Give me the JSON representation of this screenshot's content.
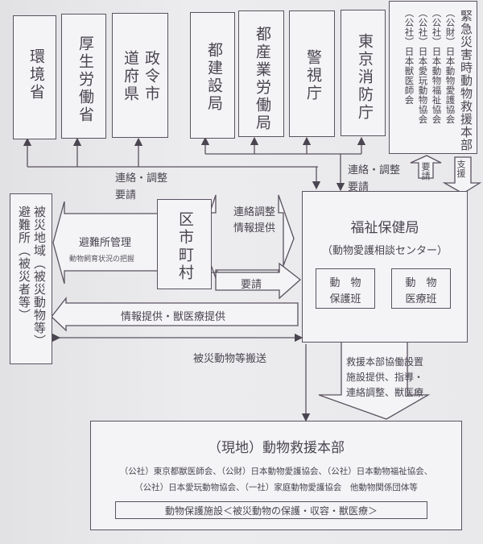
{
  "top_boxes": [
    {
      "lines": [
        "環境省"
      ]
    },
    {
      "lines": [
        "厚生労働省"
      ]
    },
    {
      "lines": [
        "政令市",
        "道府県"
      ]
    },
    {
      "lines": [
        "都建設局"
      ]
    },
    {
      "lines": [
        "都産業労働局"
      ]
    },
    {
      "lines": [
        "警視庁"
      ]
    },
    {
      "lines": [
        "東京消防庁"
      ]
    }
  ],
  "emergency_hq": {
    "title": "緊急災害時動物救援本部",
    "members": [
      "（公財）日本動物愛護協会",
      "（公社）日本動物福祉協会",
      "（公社）日本愛玩動物協会",
      "（公社）日本獣医師会"
    ]
  },
  "labels": {
    "left_liaison_line1": "連絡・調整",
    "left_liaison_line2": "要請",
    "right_liaison_line1": "連絡・調整",
    "right_liaison_line2": "要請",
    "request_up": "要請",
    "support_down": "支援",
    "coord_info_line1": "連絡調整",
    "coord_info_line2": "情報提供",
    "shelter_mgmt": "避難所管理",
    "shelter_mgmt_sub": "動物飼育状況の把握",
    "request_right": "要請",
    "info_vet": "情報提供・獣医療提供",
    "transport": "被災動物等搬送",
    "hq_support_line1": "救援本部協働設置",
    "hq_support_line2": "施設提供、指導・",
    "hq_support_line3": "連絡調整、獣医療"
  },
  "disaster_area": {
    "col1": "被災地域（被災動物等）",
    "col2": "避難所（被災者等）"
  },
  "municipality": {
    "label": "区市町村"
  },
  "welfare_bureau": {
    "title": "福祉保健局",
    "subtitle": "（動物愛護相談センター）",
    "teams": [
      {
        "line1": "動　物",
        "line2": "保護班"
      },
      {
        "line1": "動　物",
        "line2": "医療班"
      }
    ]
  },
  "field_hq": {
    "title": "（現地）動物救援本部",
    "members_line1": "（公社）東京都獣医師会、（公財）日本動物愛護協会、（公社）日本動物福祉協会、",
    "members_line2": "（公社）日本愛玩動物協会、（一社）家庭動物愛護協会　他動物関係団体等",
    "facility": "動物保護施設＜被災動物の保護・収容・獣医療＞"
  },
  "colors": {
    "line": "#5a5260",
    "box_fill": "#f4f4f6",
    "text": "#4a4550",
    "background": "#e8e8ea"
  }
}
